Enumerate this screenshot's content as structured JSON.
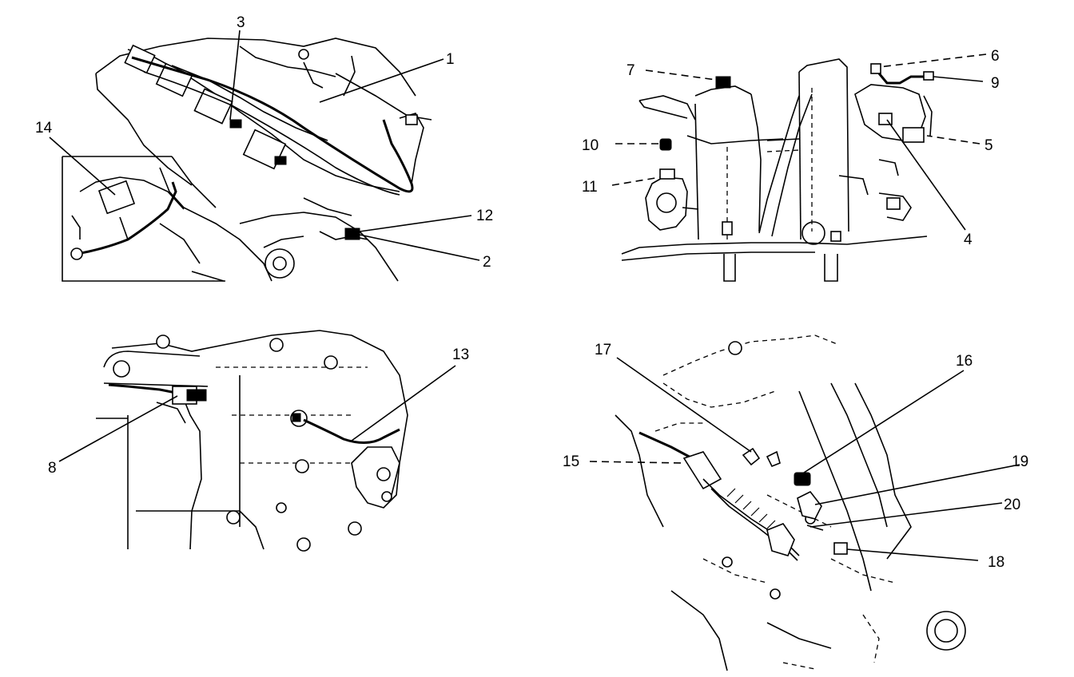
{
  "callouts": {
    "c1": "1",
    "c2": "2",
    "c3": "3",
    "c4": "4",
    "c5": "5",
    "c6": "6",
    "c7": "7",
    "c8": "8",
    "c9": "9",
    "c10": "10",
    "c11": "11",
    "c12": "12",
    "c13": "13",
    "c14": "14",
    "c15": "15",
    "c16": "16",
    "c17": "17",
    "c18": "18",
    "c19": "19",
    "c20": "20"
  },
  "colors": {
    "line": "#000000",
    "background": "#ffffff"
  }
}
